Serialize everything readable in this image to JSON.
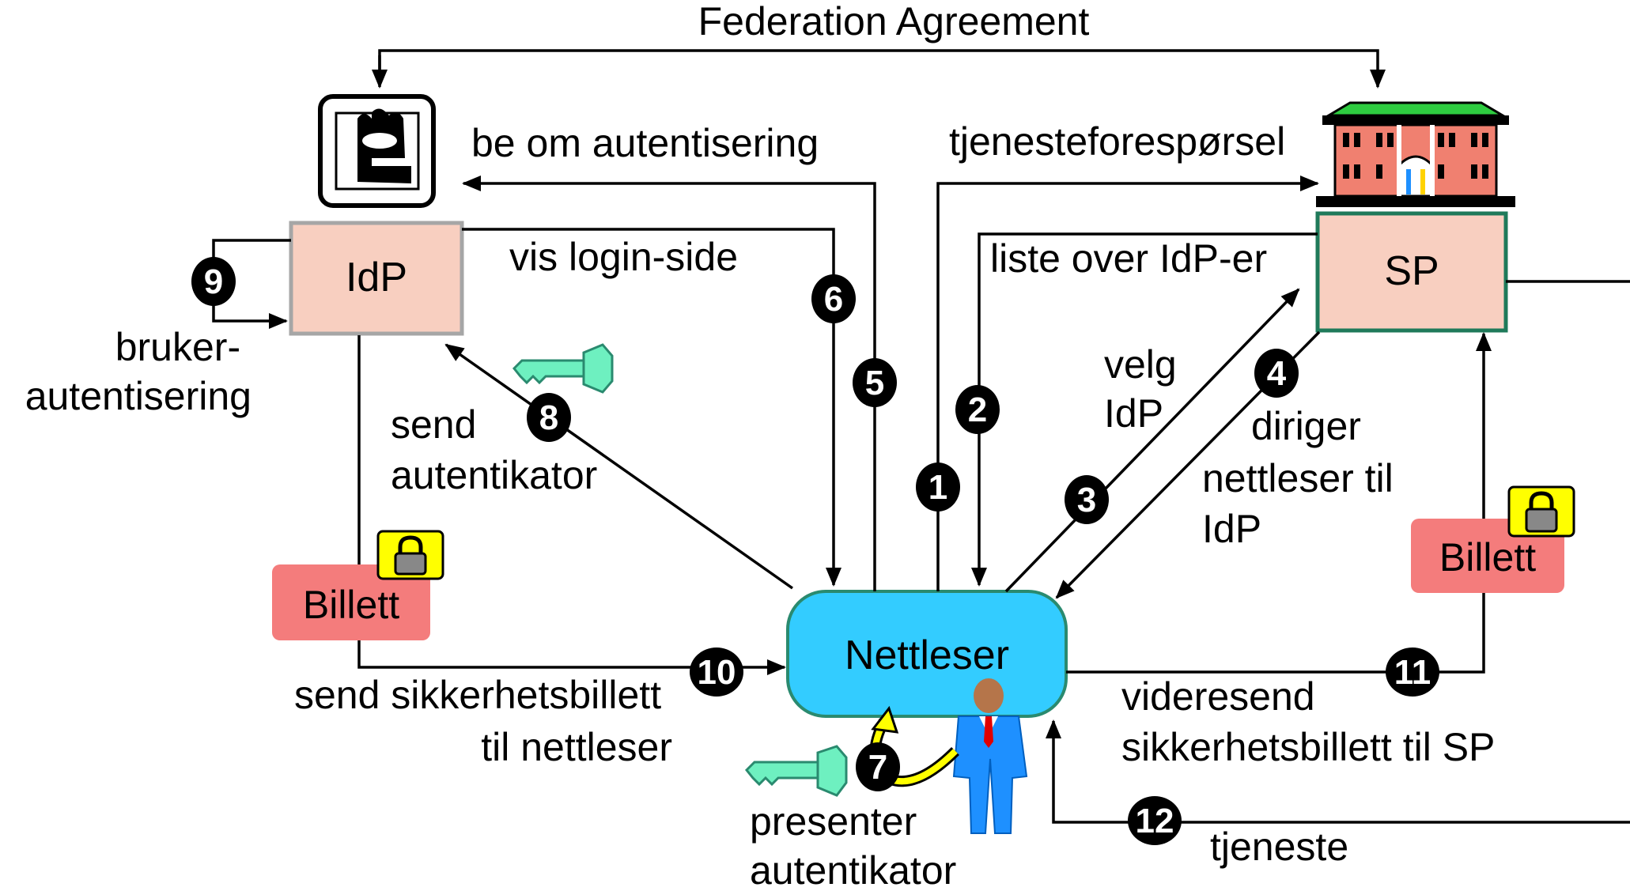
{
  "title": "Federation Agreement",
  "nodes": {
    "idp": {
      "label": "IdP",
      "fill": "#f8cfc0",
      "stroke": "#a6a6a6"
    },
    "sp": {
      "label": "SP",
      "fill": "#f8cfc0",
      "stroke": "#1f7a5a"
    },
    "browser": {
      "label": "Nettleser",
      "fill": "#33ccff",
      "stroke": "#2a8a6f"
    }
  },
  "tickets": {
    "left": {
      "label": "Billett"
    },
    "right": {
      "label": "Billett"
    },
    "fill": "#f47c7c",
    "lock_color": "#ffff00"
  },
  "key_color": "#6ef0c0",
  "steps": [
    {
      "n": "1",
      "label": "tjenesteforespørsel"
    },
    {
      "n": "2",
      "label": "liste over IdP-er"
    },
    {
      "n": "3",
      "label": [
        "velg",
        "IdP"
      ]
    },
    {
      "n": "4",
      "label": [
        "diriger",
        "nettleser til",
        "IdP"
      ]
    },
    {
      "n": "5",
      "label": "be om autentisering"
    },
    {
      "n": "6",
      "label": "vis login-side"
    },
    {
      "n": "7",
      "label": [
        "presenter",
        "autentikator"
      ]
    },
    {
      "n": "8",
      "label": [
        "send",
        "autentikator"
      ]
    },
    {
      "n": "9",
      "label": [
        "bruker-",
        "autentisering"
      ]
    },
    {
      "n": "10",
      "label": [
        "send sikkerhetsbillett",
        "til nettleser"
      ]
    },
    {
      "n": "11",
      "label": [
        "videresend",
        "sikkerhetsbillett til SP"
      ]
    },
    {
      "n": "12",
      "label": "tjeneste"
    }
  ],
  "icons": {
    "idp": "hand-scanner-icon",
    "sp": "building-icon",
    "user": "person-icon",
    "key": "key-icon",
    "lock": "lock-icon"
  },
  "colors": {
    "building_roof": "#2ecc40",
    "building_wall": "#f08070",
    "person_suit": "#1e90ff",
    "tie": "#e00000",
    "head": "#b5754a",
    "curved_arrow": "#ffff00"
  }
}
